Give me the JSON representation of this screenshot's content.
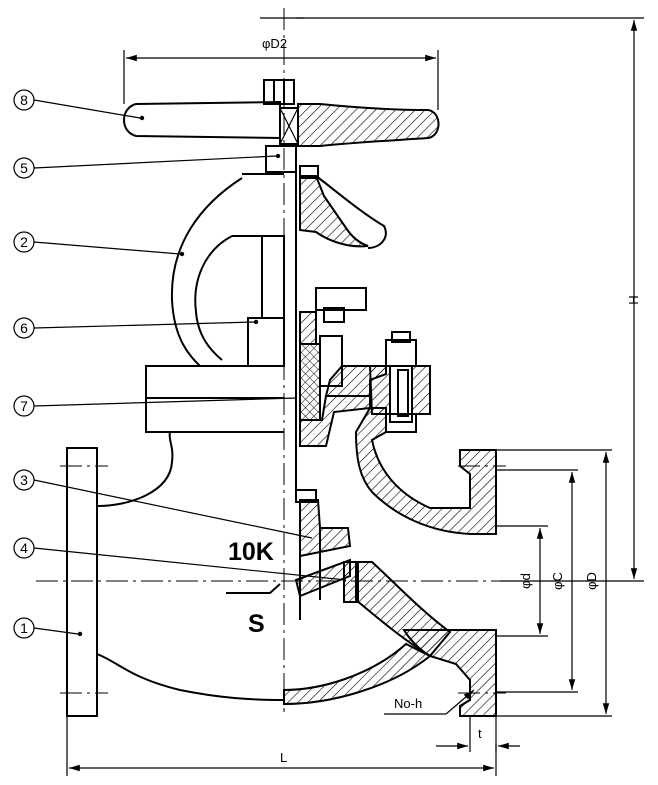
{
  "dimensions": {
    "d2": "φD2",
    "h": "H",
    "d": "φd",
    "c": "φC",
    "outer_d": "φD",
    "l": "L",
    "t": "t",
    "holes": "No-h"
  },
  "markings": {
    "pressure": "10K",
    "material": "S"
  },
  "callouts": [
    "8",
    "5",
    "2",
    "6",
    "7",
    "3",
    "4",
    "1"
  ]
}
